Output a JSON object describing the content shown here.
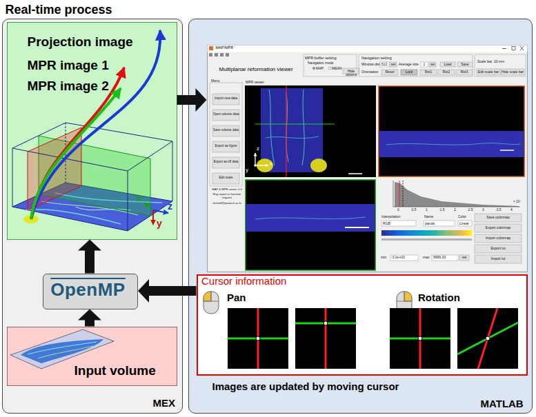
{
  "diagram": {
    "nodes": [
      {
        "text": [
          "Real-time process",
          "MEX"
        ]
      },
      {
        "text": [
          "Projection image",
          "MPR image 1",
          "MPR image 2"
        ],
        "in": 0
      },
      {
        "text": [
          "OpenMP"
        ],
        "in": 0
      },
      {
        "text": [
          "Input volume"
        ],
        "in": 0
      },
      {
        "text": [
          "Images are updated by moving cursor",
          "MATLAB"
        ]
      },
      {
        "text": [
          "MAP/MPR",
          "Multiplanar reformation viewer"
        ],
        "in": 4
      },
      {
        "text": [
          "Cursor information",
          "Pan",
          "Rotation"
        ],
        "in": 4
      }
    ],
    "edges": [
      {
        "from": 3,
        "to": 2,
        "arrow": "to"
      },
      {
        "from": 2,
        "to": 1,
        "arrow": "to"
      },
      {
        "from": 1,
        "to": 5,
        "arrow": "to"
      },
      {
        "from": 6,
        "to": 2,
        "arrow": "to"
      }
    ],
    "labels": [
      "x",
      "z",
      "y",
      "MPR buffer setting",
      "Navigation mode",
      "MAP",
      "MEAN",
      "Hide options",
      "Navigation setting",
      "Window dim.",
      "512",
      "set",
      "Average size",
      "1",
      "set",
      "Load",
      "Save",
      "Orientation",
      "Reset",
      "Lock",
      "Rot1",
      "Rot2",
      "Rot3",
      "Scale bar: 10 mm",
      "Edit scale bar",
      "Hide scale bar",
      "Menu",
      "Import new data",
      "Open volume data",
      "Save volume data",
      "Export as figure",
      "Export as tiff data",
      "Edit scale",
      "MAP & MPR viewer 1.0",
      "Bug report or function request",
      "shchoi8@postech.ac.kr",
      "MPR viewer",
      "z",
      "y",
      "x",
      "0",
      "0.5",
      "1",
      "1.5",
      "2",
      "2.5",
      "3",
      "3.5",
      "4",
      "Interpolation",
      "Name",
      "Color",
      "RGB",
      "parula",
      "Linear",
      "Save colormap",
      "Export colormap",
      "Import colormap",
      "Export lut",
      "Import lut",
      "min",
      "-3.1e+03",
      "max",
      "9999.33",
      "set",
      "× 10⁴"
    ]
  }
}
